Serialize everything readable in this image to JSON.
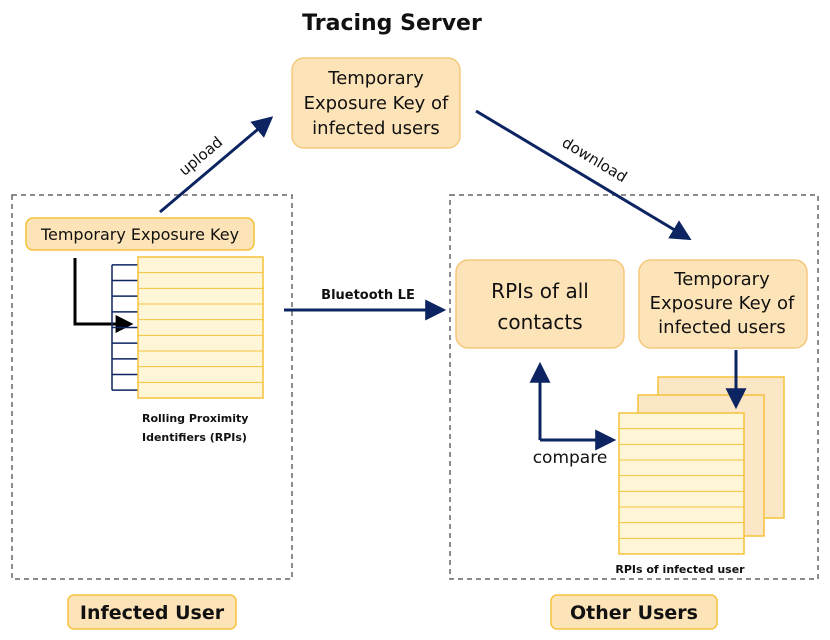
{
  "title": "Tracing Server",
  "server_box": {
    "lines": [
      "Temporary",
      "Exposure Key of",
      "infected users"
    ]
  },
  "edges": {
    "upload": "upload",
    "download": "download",
    "bluetooth": "Bluetooth LE",
    "compare": "compare"
  },
  "infected_user": {
    "key_box": "Temporary Exposure Key",
    "rpi_caption": [
      "Rolling Proximity",
      "Identifiers (RPIs)"
    ],
    "rpi_rows": 9
  },
  "other_users": {
    "rpis_box": [
      "RPIs of all",
      "contacts"
    ],
    "key_box": [
      "Temporary",
      "Exposure Key of",
      "infected users"
    ],
    "infected_caption": "RPIs of infected user",
    "infected_rows": 9
  },
  "footer": {
    "infected_user": "Infected User",
    "other_users": "Other Users"
  },
  "colors": {
    "box_fill": "#fde3b8",
    "box_stroke": "#f5c97d",
    "doc_fill": "#fff6d8",
    "doc_stroke": "#f6c23a",
    "arrow": "#0c2461",
    "dashed": "#666666"
  }
}
